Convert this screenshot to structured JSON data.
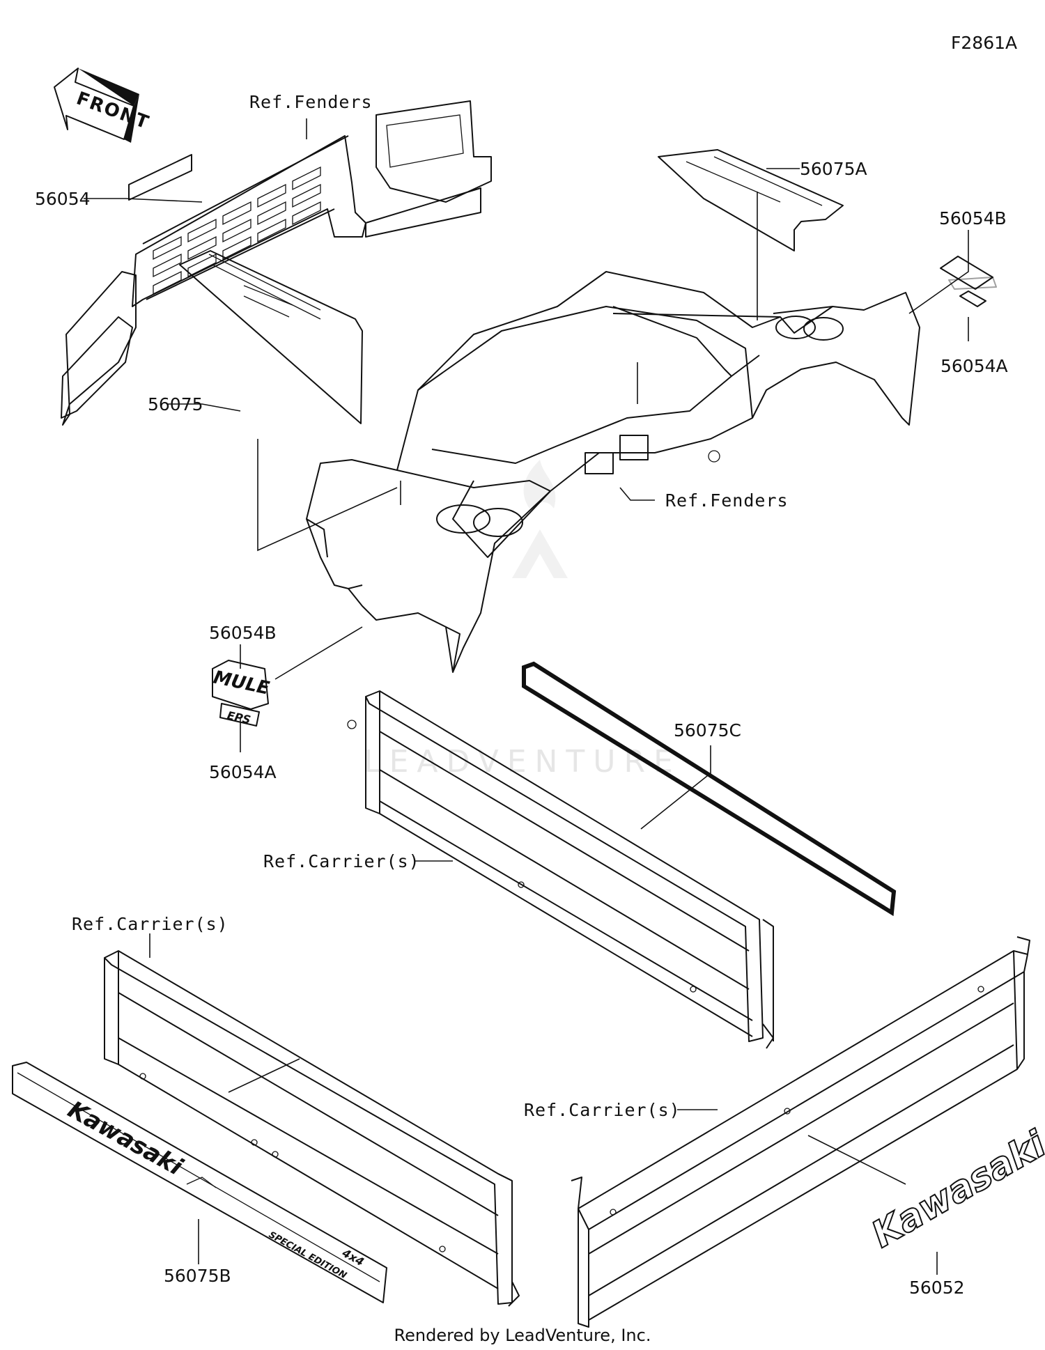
{
  "figure_code": "F2861A",
  "front_arrow": {
    "label": "FRONT"
  },
  "callouts": {
    "ref_fenders_top": "Ref.Fenders",
    "ref_fenders_mid": "Ref.Fenders",
    "ref_carriers_mid": "Ref.Carrier(s)",
    "ref_carriers_left": "Ref.Carrier(s)",
    "ref_carriers_right": "Ref.Carrier(s)",
    "p56054": "56054",
    "p56075A": "56075A",
    "p56054B_right": "56054B",
    "p56054A_right": "56054A",
    "p56075": "56075",
    "p56054B_left": "56054B",
    "p56054A_left": "56054A",
    "p56075C": "56075C",
    "p56075B": "56075B",
    "p56052": "56052"
  },
  "decals": {
    "kawasaki_left": "Kawasaki",
    "special_edition": "SPECIAL EDITION",
    "fourbyfour": "4x4",
    "mule_logo": "MULE",
    "eps_logo": "EPS",
    "kawasaki_right": "Kawasaki"
  },
  "watermark": "LEADVENTURE",
  "footer": "Rendered by LeadVenture, Inc."
}
